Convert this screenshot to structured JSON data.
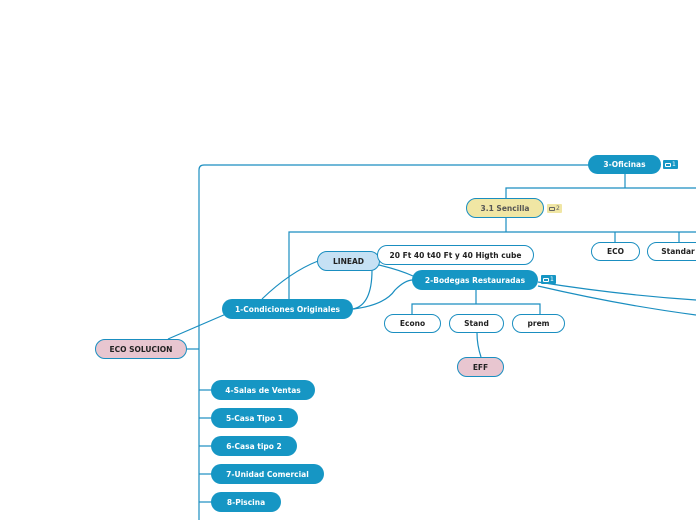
{
  "colors": {
    "accent": "#1696c4",
    "line": "#1a8ec0",
    "root": "#e8c6d0",
    "highlight": "#f0e6a4",
    "sub": "#c6e1f4"
  },
  "root": {
    "label": "ECO SOLUCION"
  },
  "nodes": {
    "oficinas": "3-Oficinas",
    "sencilla": "3.1 Sencilla",
    "eco": "ECO",
    "standar": "Standar",
    "linead": "LINEAD",
    "container_sizes": "20 Ft 40 t40  Ft y 40 Higth cube",
    "bodegas": "2-Bodegas Restauradas",
    "condiciones": "1-Condiciones Originales",
    "econo": "Econo",
    "stand": "Stand",
    "prem": "prem",
    "eff": "EFF",
    "salas": "4-Salas de Ventas",
    "casa1": "5-Casa Tipo 1",
    "casa2": "6-Casa tipo 2",
    "unidad": "7-Unidad  Comercial",
    "piscina": "8-Piscina"
  },
  "badges": {
    "oficinas": {
      "icon": "comment-icon",
      "count": "1"
    },
    "sencilla": {
      "icon": "comment-icon",
      "count": "2"
    },
    "bodegas": {
      "icon": "comment-icon",
      "count": "1"
    }
  }
}
